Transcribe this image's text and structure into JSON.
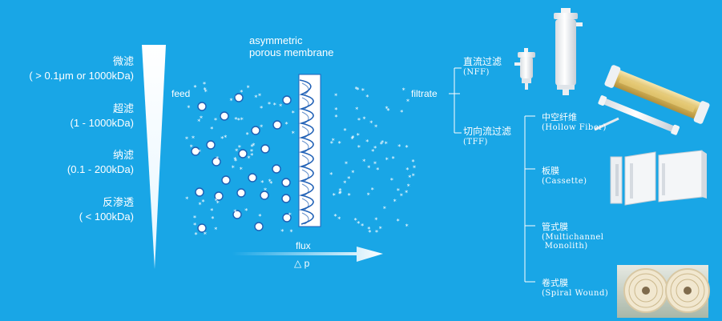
{
  "scale_labels": [
    {
      "cn": "微滤",
      "range": "( > 0.1μm or 1000kDa)"
    },
    {
      "cn": "超滤",
      "range": "(1 - 1000kDa)"
    },
    {
      "cn": "纳滤",
      "range": "(0.1 - 200kDa)"
    },
    {
      "cn": "反渗透",
      "range": "( < 100kDa)"
    }
  ],
  "diagram": {
    "membrane_title_1": "asymmetric",
    "membrane_title_2": "porous membrane",
    "feed": "feed",
    "filtrate": "filtrate",
    "flux": "flux",
    "pressure": "△ p"
  },
  "tree": {
    "nff_cn": "直流过滤",
    "nff_en": "(NFF)",
    "tff_cn": "切向流过滤",
    "tff_en": "(TFF)",
    "children": [
      {
        "cn": "中空纤维",
        "en": "(Hollow Fiber)"
      },
      {
        "cn": "板膜",
        "en": "(Cassette)"
      },
      {
        "cn": "管式膜",
        "en1": "(Multichannel",
        "en2": " Monolith)"
      },
      {
        "cn": "卷式膜",
        "en": "(Spiral Wound)"
      }
    ]
  },
  "colors": {
    "background": "#19a6e6",
    "particle_fill": "#ffffff",
    "particle_stroke": "#1e5fb5",
    "membrane_wave": "#1e5fb5"
  }
}
